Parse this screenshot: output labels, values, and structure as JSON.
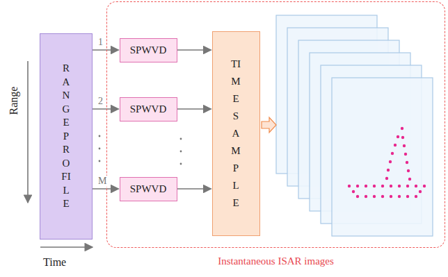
{
  "diagram": {
    "nodes": [
      {
        "text": [
          "RANGE PROFILE"
        ]
      },
      {
        "text": [
          "Instantaneous ISAR images"
        ]
      },
      {
        "text": [
          "SPWVD"
        ],
        "in": 1
      },
      {
        "text": [
          "SPWVD"
        ],
        "in": 1
      },
      {
        "text": [
          "SPWVD"
        ],
        "in": 1
      },
      {
        "text": [
          "TIME SAMPLE"
        ],
        "in": 1
      }
    ],
    "edges": [
      {
        "from": 0,
        "to": 2,
        "label": "1",
        "arrow": "to"
      },
      {
        "from": 0,
        "to": 3,
        "label": "2",
        "arrow": "to"
      },
      {
        "from": 0,
        "to": 4,
        "label": "M",
        "arrow": "to"
      },
      {
        "from": 2,
        "to": 5,
        "arrow": "to"
      },
      {
        "from": 3,
        "to": 5,
        "arrow": "to"
      },
      {
        "from": 4,
        "to": 5,
        "arrow": "to"
      }
    ],
    "labels": [
      "Range",
      "Time"
    ]
  }
}
